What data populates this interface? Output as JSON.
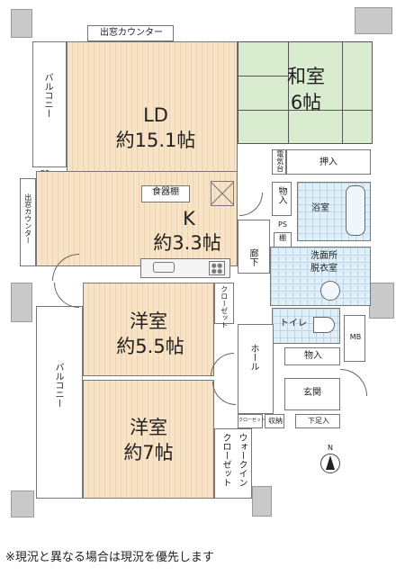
{
  "rooms": {
    "ld": {
      "line1": "LD",
      "line2": "約15.1帖"
    },
    "washitsu": {
      "line1": "和室",
      "line2": "6帖"
    },
    "kitchen": {
      "line1": "K",
      "line2": "約3.3帖"
    },
    "yoshitsu1": {
      "line1": "洋室",
      "line2": "約5.5帖"
    },
    "yoshitsu2": {
      "line1": "洋室",
      "line2": "約7帖"
    }
  },
  "labels": {
    "demado_top": "出窓カウンター",
    "demado_left": "出窓カウンター",
    "balcony_top": "バルコニー",
    "balcony_bottom": "バルコニー",
    "ps_left": "PS",
    "ps_small": "PS",
    "dentaku": "電気台",
    "oshiire": "押入",
    "monoire1": "物入",
    "shokkidana": "食器棚",
    "yokushitsu": "浴室",
    "tana": "棚",
    "rouka": "廊下",
    "senmenjo": "洗面所",
    "datsuishitsu": "脱衣室",
    "closet1": "クローゼット",
    "toilet": "トイレ",
    "mb": "MB",
    "monoire2": "物入",
    "hall": "ホール",
    "genkan": "玄関",
    "closet2": "クローゼット",
    "shuno": "収納",
    "shimogeta": "下足入",
    "walkin": "ウォークイン",
    "walkin_closet": "クローゼット",
    "north": "N"
  },
  "footer": {
    "note": "※現況と異なる場合は現況を優先します"
  }
}
